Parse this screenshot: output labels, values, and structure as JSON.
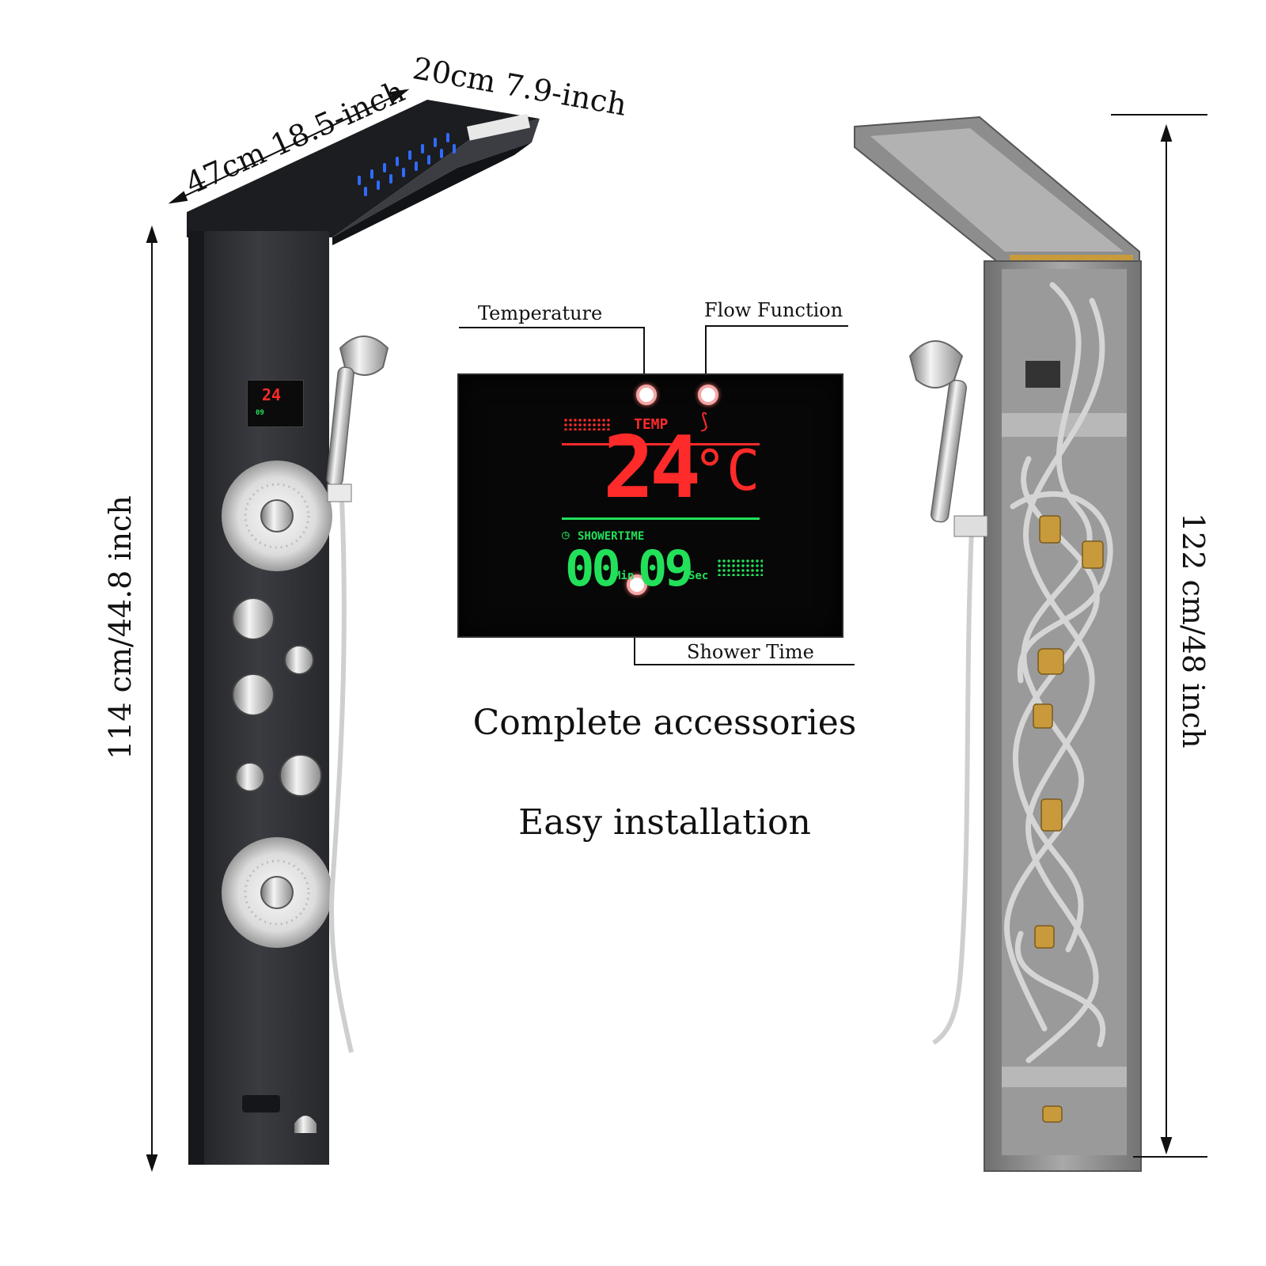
{
  "dimensions": {
    "length": "47cm 18.5-inch",
    "width": "20cm 7.9-inch",
    "height_left": "114 cm/44.8 inch",
    "height_right": "122 cm/48 inch"
  },
  "callouts": {
    "temperature": "Temperature",
    "flow": "Flow Function",
    "shower_time": "Shower Time"
  },
  "display": {
    "temp_label": "TEMP",
    "temp_value": "24",
    "temp_unit": "°C",
    "shower_label": "SHOWERTIME",
    "minutes": "00",
    "min_label": "Min",
    "seconds": "09",
    "sec_label": "Sec"
  },
  "features": [
    "Complete accessories",
    "Easy installation"
  ],
  "colors": {
    "lcd_red": "#ff2a2a",
    "lcd_green": "#22e05a",
    "led_blue": "#2f6bff",
    "panel_black": "#2b2d31",
    "panel_steel": "#8c8c8c",
    "brass": "#c89a3c"
  }
}
